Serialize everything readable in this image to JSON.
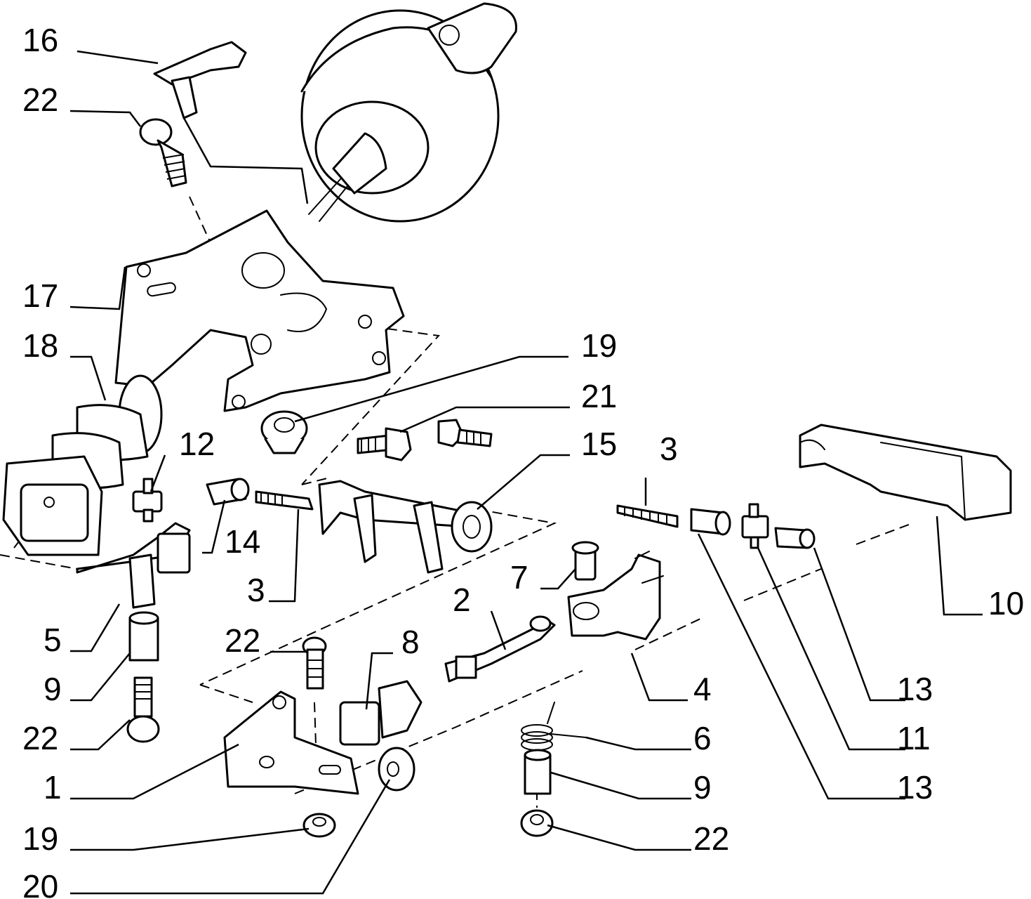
{
  "colors": {
    "line": "#000000",
    "background": "#ffffff"
  },
  "callouts": {
    "c16": "16",
    "c22_top": "22",
    "c17": "17",
    "c18": "18",
    "c19_right": "19",
    "c21": "21",
    "c12": "12",
    "c15": "15",
    "c3_right": "3",
    "c14": "14",
    "c3_left": "3",
    "c7": "7",
    "c5": "5",
    "c2": "2",
    "c10": "10",
    "c22_mid": "22",
    "c8": "8",
    "c9_left": "9",
    "c4": "4",
    "c13_upper": "13",
    "c22_left": "22",
    "c6": "6",
    "c11": "11",
    "c1": "1",
    "c9_right": "9",
    "c13_lower": "13",
    "c19_bottom": "19",
    "c22_bottom": "22",
    "c20": "20"
  }
}
